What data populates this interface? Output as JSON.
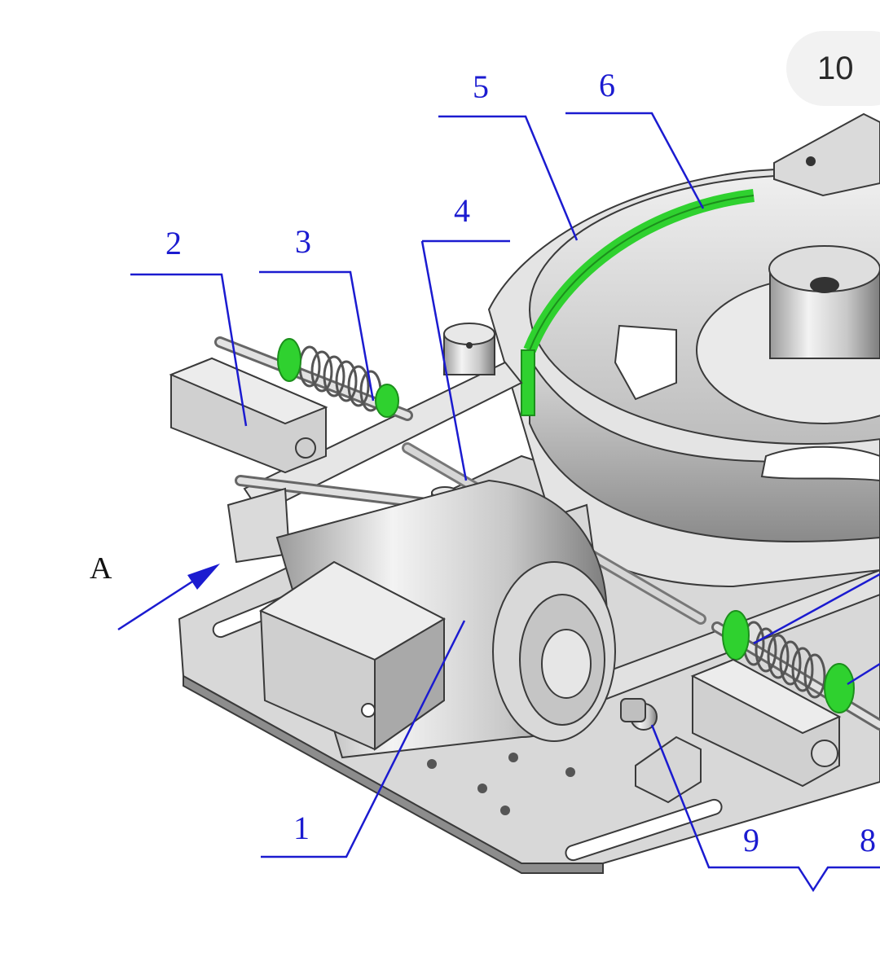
{
  "page_number": "10",
  "view_label": "A",
  "callouts": [
    {
      "id": "1",
      "label": "1"
    },
    {
      "id": "2",
      "label": "2"
    },
    {
      "id": "3",
      "label": "3"
    },
    {
      "id": "4",
      "label": "4"
    },
    {
      "id": "5",
      "label": "5"
    },
    {
      "id": "6",
      "label": "6"
    },
    {
      "id": "8",
      "label": "8"
    },
    {
      "id": "9",
      "label": "9"
    }
  ],
  "colors": {
    "callout": "#1b1bd0",
    "highlight_green": "#2fd12f",
    "metal": "#c9c9c9",
    "metal_dark": "#8e8e8e"
  }
}
